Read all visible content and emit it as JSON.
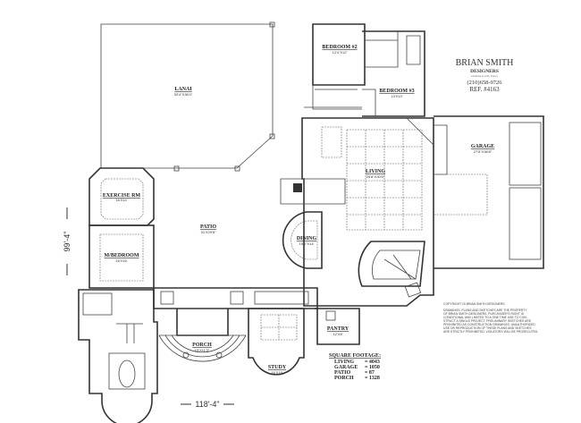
{
  "title_block": {
    "company": "BRIAN SMITH",
    "subtitle": "DESIGNERS",
    "location": "UNIVERSAL CITY, TEXAS",
    "phone": "(210)658-9726",
    "ref": "REF. #4163"
  },
  "rooms": {
    "lanai": {
      "name": "LANAI",
      "size": "53'4\"X36'4\""
    },
    "bedroom2": {
      "name": "BEDROOM #2",
      "size": "12'4\"X12'"
    },
    "bedroom3": {
      "name": "BEDROOM #3",
      "size": "13'X13'"
    },
    "garage": {
      "name": "GARAGE",
      "size": "27'8\"X36'8\""
    },
    "living": {
      "name": "LIVING",
      "size": "25'8\"X30'6\""
    },
    "exercise": {
      "name": "EXERCISE RM",
      "size": "16'X14'"
    },
    "patio": {
      "name": "PATIO",
      "size": "31'X29'8\""
    },
    "dining": {
      "name": "DINING",
      "size": "15'1\"X14'"
    },
    "master": {
      "name": "M/BEDROOM",
      "size": "16'X16'"
    },
    "porch": {
      "name": "PORCH",
      "size": "19'X11'3\""
    },
    "study": {
      "name": "STUDY",
      "size": "16'X19'"
    },
    "pantry": {
      "name": "PANTRY",
      "size": "12'X8'"
    }
  },
  "dimensions": {
    "depth": "99'-4\"",
    "width": "118'-4\""
  },
  "square_footage": {
    "heading": "SQUARE FOOTAGE:",
    "rows": [
      {
        "label": "LIVING",
        "value": "= 4043"
      },
      {
        "label": "GARAGE",
        "value": "= 1050"
      },
      {
        "label": "PATIO",
        "value": "=   87"
      },
      {
        "label": "PORCH",
        "value": "= 1328"
      }
    ]
  },
  "copyright": {
    "line": "COPYRIGHT 19          BRIAN SMITH DESIGNERS",
    "body": [
      "DRAWINGS, PLANS AND SKETCHES ARE THE PROPERTY",
      "OF BRIAN SMITH DESIGNERS.  PURCHASER'S RIGHT IS",
      "CONDITIONAL AND LIMITED TO A ONE TIME USE TO CON-",
      "STRUCT A SINGLE PROJECT.  PRELIMINARY SKETCHES ARE",
      "PROHIBITED AS CONSTRUCTION DRAWINGS.  UNAUTHORIZED",
      "USE OR REPRODUCTION OF THESE PLANS AND SKETCHES",
      "ARE STRICTLY PROHIBITED.  VIOLATORS WILL BE PROSECUTED."
    ]
  }
}
